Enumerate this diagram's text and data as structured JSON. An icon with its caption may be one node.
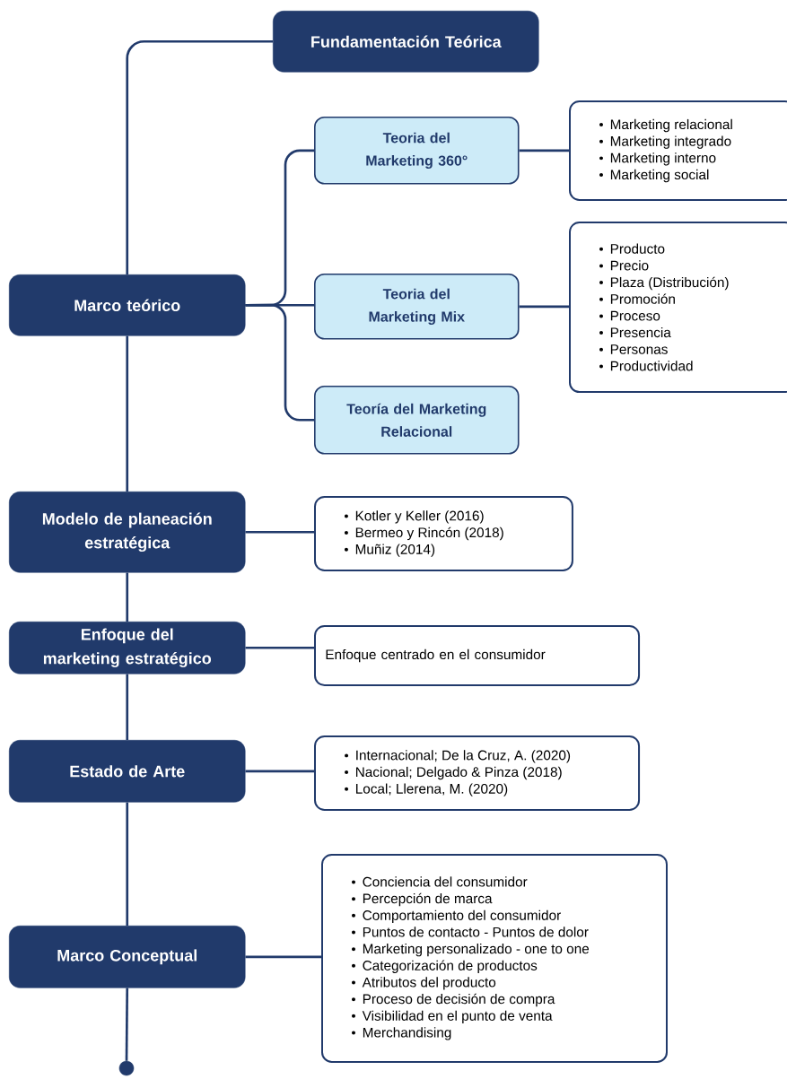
{
  "diagram": {
    "nodes": [
      {
        "text": [
          "Fundamentación Teórica"
        ]
      },
      {
        "text": [
          "Marco teórico"
        ]
      },
      {
        "text": [
          "Teoria del Marketing 360°"
        ]
      },
      {
        "text": [
          "Marketing relacional",
          "Marketing integrado",
          "Marketing interno",
          "Marketing social"
        ]
      },
      {
        "text": [
          "Teoria del Marketing Mix"
        ]
      },
      {
        "text": [
          "Producto",
          "Precio",
          "Plaza (Distribución)",
          "Promoción",
          "Proceso",
          "Presencia",
          "Personas",
          "Productividad"
        ]
      },
      {
        "text": [
          "Teoría del Marketing Relacional"
        ]
      },
      {
        "text": [
          "Modelo de planeación estratégica"
        ]
      },
      {
        "text": [
          "Kotler y Keller (2016)",
          "Bermeo y Rincón (2018)",
          "Muñiz (2014)"
        ]
      },
      {
        "text": [
          "Enfoque del marketing estratégico"
        ]
      },
      {
        "text": [
          "Enfoque centrado en el consumidor"
        ]
      },
      {
        "text": [
          "Estado de Arte"
        ]
      },
      {
        "text": [
          "Internacional; De la Cruz, A. (2020)",
          "Nacional; Delgado & Pinza (2018)",
          "Local; Llerena, M. (2020)"
        ]
      },
      {
        "text": [
          "Marco Conceptual"
        ]
      },
      {
        "text": [
          "Conciencia del consumidor",
          "Percepción de marca",
          "Comportamiento del consumidor",
          "Puntos de contacto - Puntos de dolor",
          "Marketing personalizado - one to one",
          "Categorización de productos",
          "Atributos del producto",
          "Proceso de decisión de compra",
          "Visibilidad en el punto de venta",
          "Merchandising"
        ]
      },
      {
        "text": [],
        "shape": "circle"
      }
    ],
    "edges": [
      {
        "from": 1,
        "to": 0,
        "arrow": "none"
      },
      {
        "from": 1,
        "to": 2,
        "arrow": "none"
      },
      {
        "from": 1,
        "to": 4,
        "arrow": "none"
      },
      {
        "from": 1,
        "to": 6,
        "arrow": "none"
      },
      {
        "from": 2,
        "to": 3,
        "arrow": "none"
      },
      {
        "from": 4,
        "to": 5,
        "arrow": "none"
      },
      {
        "from": 1,
        "to": 7,
        "arrow": "none"
      },
      {
        "from": 7,
        "to": 8,
        "arrow": "none"
      },
      {
        "from": 7,
        "to": 9,
        "arrow": "none"
      },
      {
        "from": 9,
        "to": 10,
        "arrow": "none"
      },
      {
        "from": 9,
        "to": 11,
        "arrow": "none"
      },
      {
        "from": 11,
        "to": 12,
        "arrow": "none"
      },
      {
        "from": 11,
        "to": 13,
        "arrow": "none"
      },
      {
        "from": 13,
        "to": 14,
        "arrow": "none"
      },
      {
        "from": 13,
        "to": 15,
        "arrow": "none"
      }
    ]
  }
}
